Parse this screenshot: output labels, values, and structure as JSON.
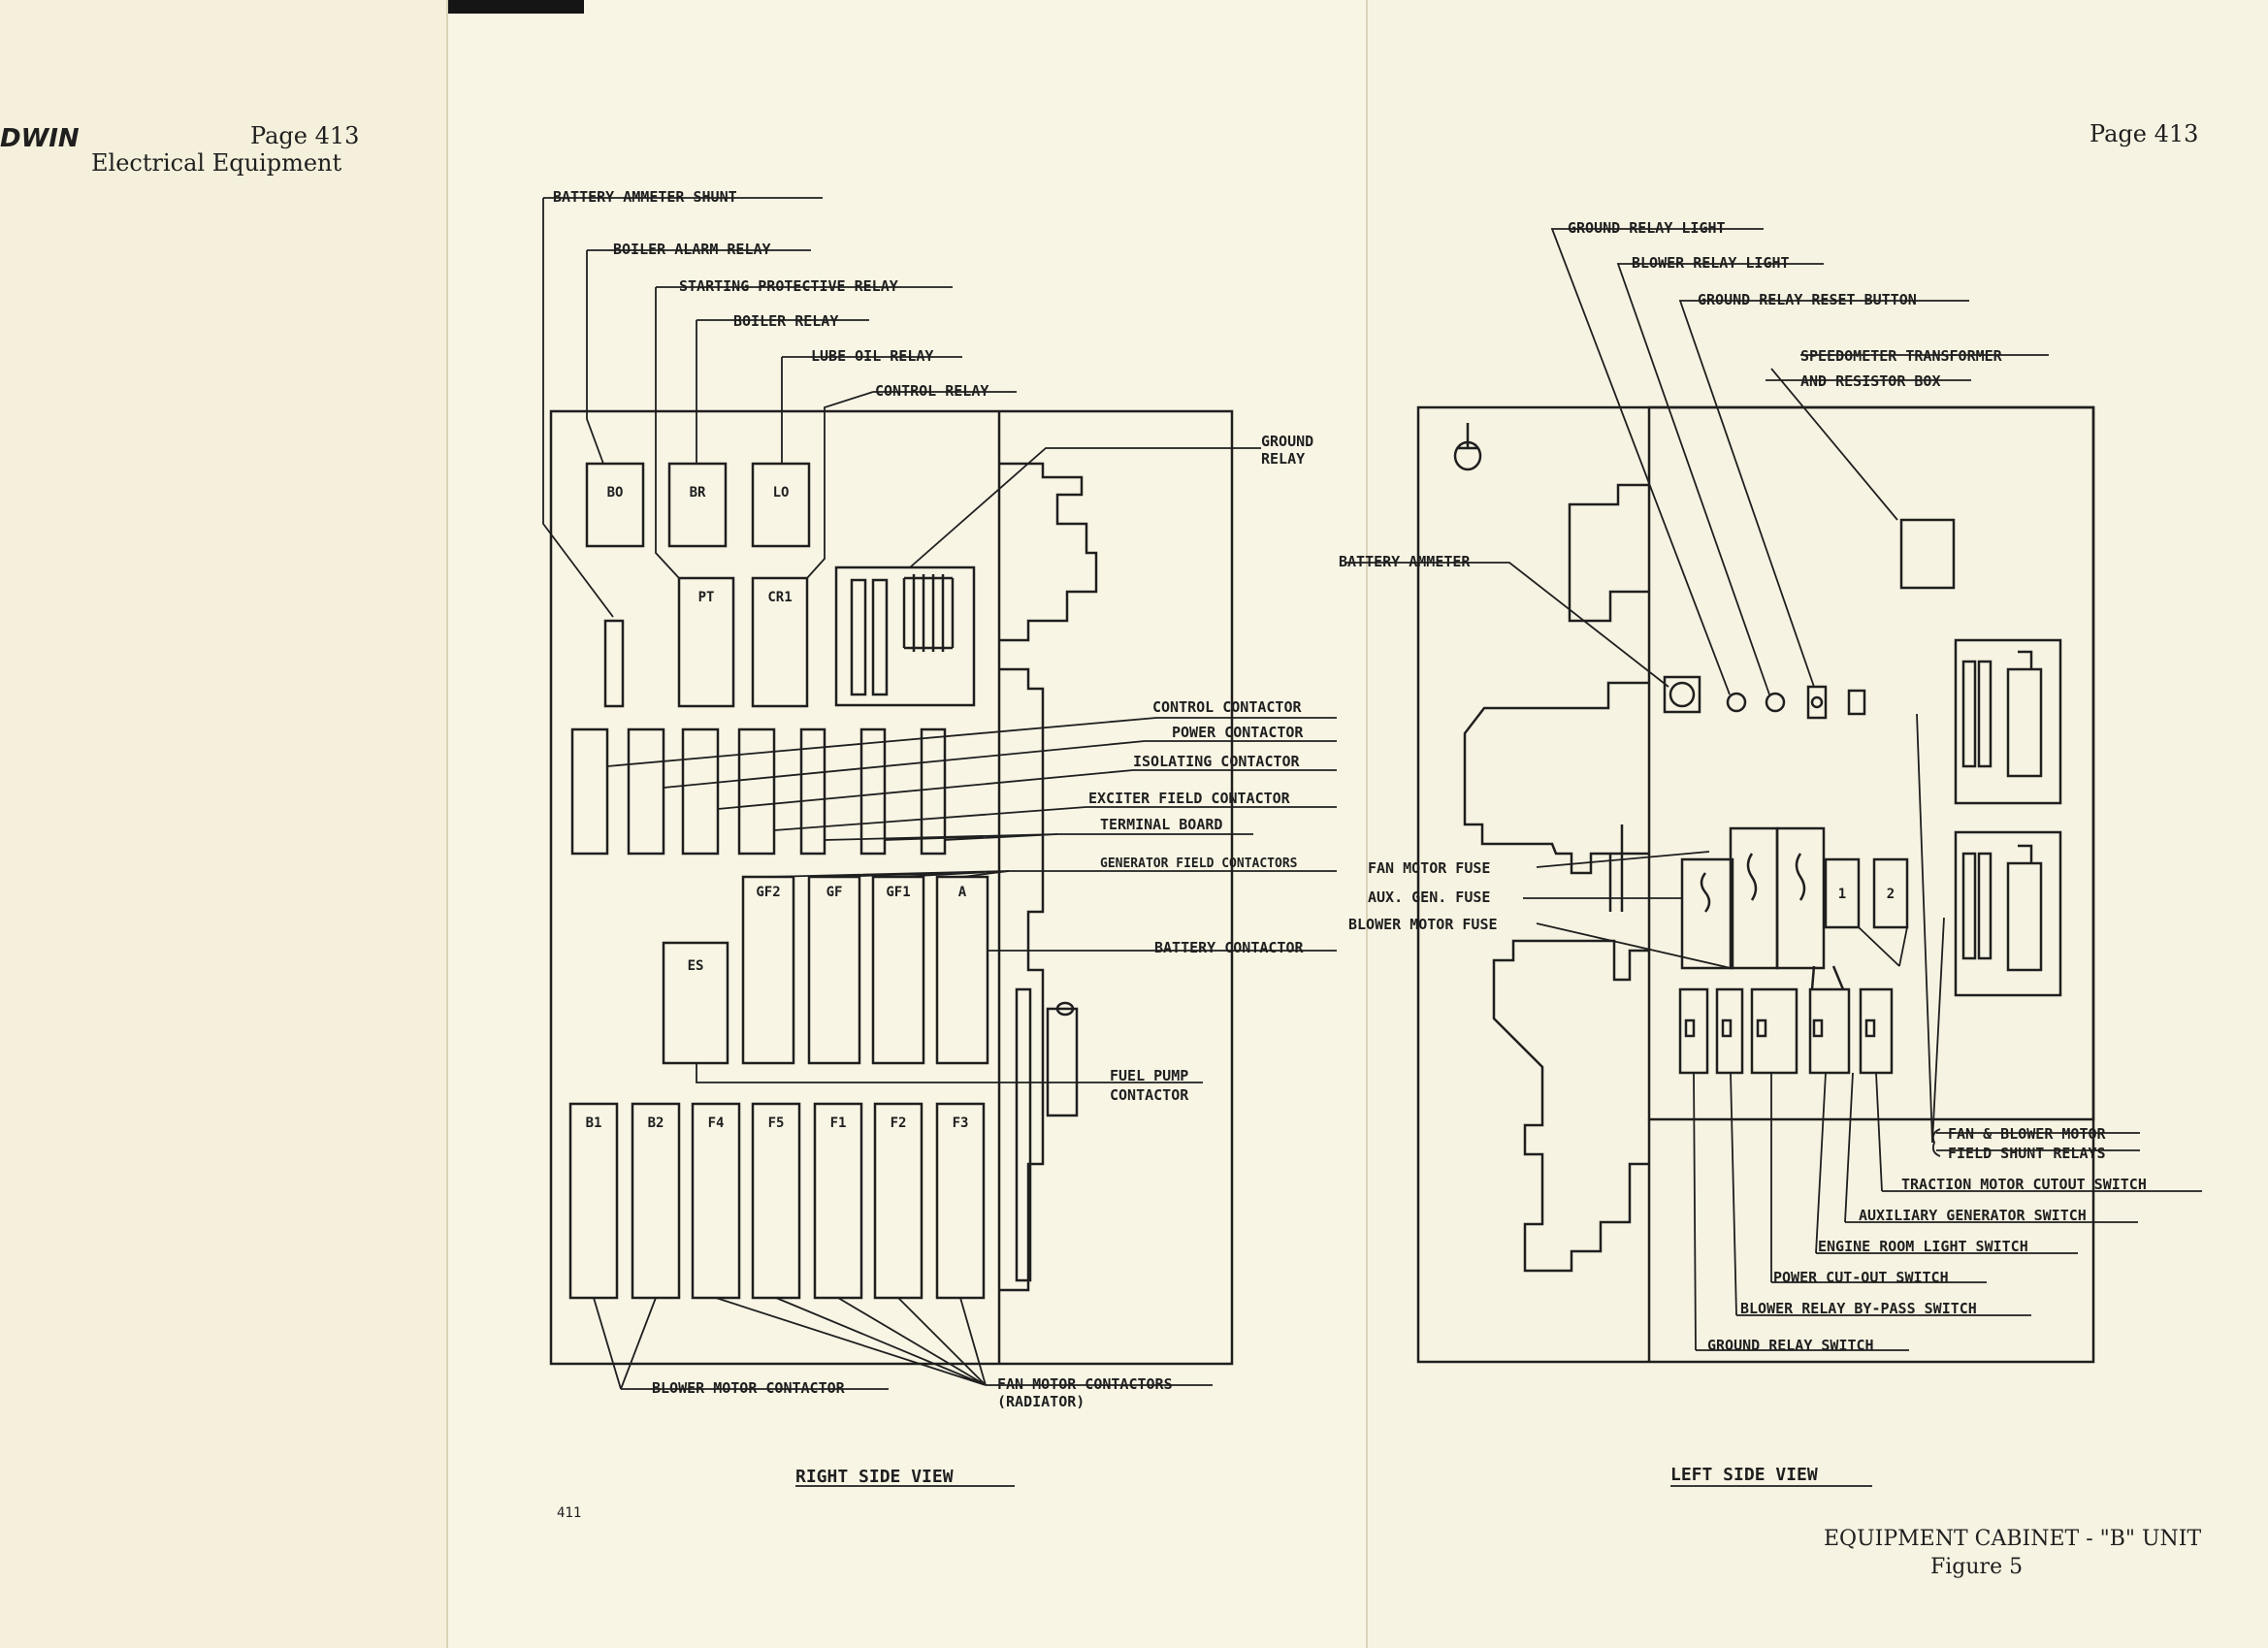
{
  "header": {
    "left_fragment": "DWIN",
    "left_page": "Page 413",
    "left_section": "Electrical Equipment",
    "right_page": "Page 413"
  },
  "footer": {
    "page_number": "411",
    "caption_line1": "EQUIPMENT CABINET - \"B\" UNIT",
    "caption_line2": "Figure 5"
  },
  "right_view": {
    "title": "RIGHT SIDE VIEW",
    "labels": {
      "battery_ammeter_shunt": "BATTERY AMMETER SHUNT",
      "boiler_alarm_relay": "BOILER ALARM RELAY",
      "starting_protective_relay": "STARTING PROTECTIVE RELAY",
      "boiler_relay": "BOILER RELAY",
      "lube_oil_relay": "LUBE OIL RELAY",
      "control_relay": "CONTROL RELAY",
      "ground_relay_1": "GROUND",
      "ground_relay_2": "RELAY",
      "control_contactor": "CONTROL CONTACTOR",
      "power_contactor": "POWER CONTACTOR",
      "isolating_contactor": "ISOLATING CONTACTOR",
      "exciter_field_contactor": "EXCITER FIELD CONTACTOR",
      "terminal_board": "TERMINAL BOARD",
      "generator_field_contactors": "GENERATOR FIELD CONTACTORS",
      "battery_contactor": "BATTERY CONTACTOR",
      "fuel_pump_contactor_1": "FUEL PUMP",
      "fuel_pump_contactor_2": "CONTACTOR",
      "blower_motor_contactor": "BLOWER MOTOR CONTACTOR",
      "fan_motor_contactors_1": "FAN MOTOR CONTACTORS",
      "fan_motor_contactors_2": "(RADIATOR)"
    },
    "box_codes": {
      "bo": "BO",
      "br": "BR",
      "lo": "LO",
      "pt": "PT",
      "cr1": "CR1",
      "gf2": "GF2",
      "gf": "GF",
      "gf1": "GF1",
      "a": "A",
      "es": "ES",
      "b1": "B1",
      "b2": "B2",
      "f4": "F4",
      "f5": "F5",
      "f1": "F1",
      "f2": "F2",
      "f3": "F3"
    }
  },
  "left_view": {
    "title": "LEFT SIDE VIEW",
    "labels": {
      "ground_relay_light": "GROUND RELAY LIGHT",
      "blower_relay_light": "BLOWER RELAY LIGHT",
      "ground_relay_reset_button": "GROUND RELAY RESET BUTTON",
      "speedometer_1": "SPEEDOMETER TRANSFORMER",
      "speedometer_2": "AND RESISTOR BOX",
      "battery_ammeter": "BATTERY AMMETER",
      "fan_motor_fuse": "FAN MOTOR FUSE",
      "aux_gen_fuse": "AUX. GEN. FUSE",
      "blower_motor_fuse": "BLOWER MOTOR FUSE",
      "fan_blower_1": "FAN & BLOWER MOTOR",
      "fan_blower_2": "FIELD SHUNT RELAYS",
      "traction_motor_cutout_switch": "TRACTION MOTOR CUTOUT SWITCH",
      "auxiliary_generator_switch": "AUXILIARY GENERATOR SWITCH",
      "engine_room_light_switch": "ENGINE ROOM LIGHT SWITCH",
      "power_cut_out_switch": "POWER CUT-OUT SWITCH",
      "blower_relay_bypass_switch": "BLOWER RELAY BY-PASS SWITCH",
      "ground_relay_switch": "GROUND RELAY SWITCH"
    },
    "box_codes": {
      "fuse1": "1",
      "fuse2": "2"
    }
  }
}
